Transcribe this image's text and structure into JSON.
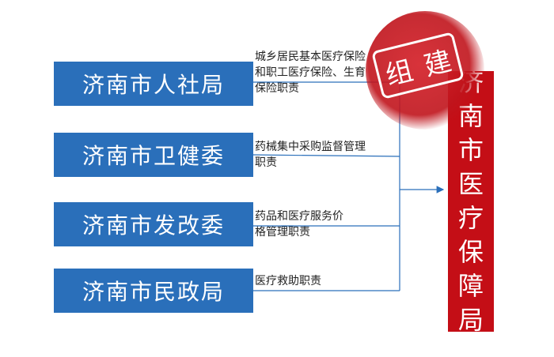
{
  "agencies": [
    {
      "name": "济南市人社局",
      "duty": "城乡居民基本医疗保险和职工医疗保险、生育保险职责"
    },
    {
      "name": "济南市卫健委",
      "duty": "药械集中采购监督管理职责"
    },
    {
      "name": "济南市发改委",
      "duty": "药品和医疗服务价格管理职责"
    },
    {
      "name": "济南市民政局",
      "duty": "医疗救助职责"
    }
  ],
  "stamp": {
    "char1": "组",
    "char2": "建"
  },
  "result": {
    "chars": [
      "济",
      "南",
      "市",
      "医",
      "疗",
      "保",
      "障",
      "局"
    ]
  },
  "colors": {
    "agency_blue": "#2a6fba",
    "result_red": "#c40e16",
    "stamp_red": "#c0141c"
  }
}
